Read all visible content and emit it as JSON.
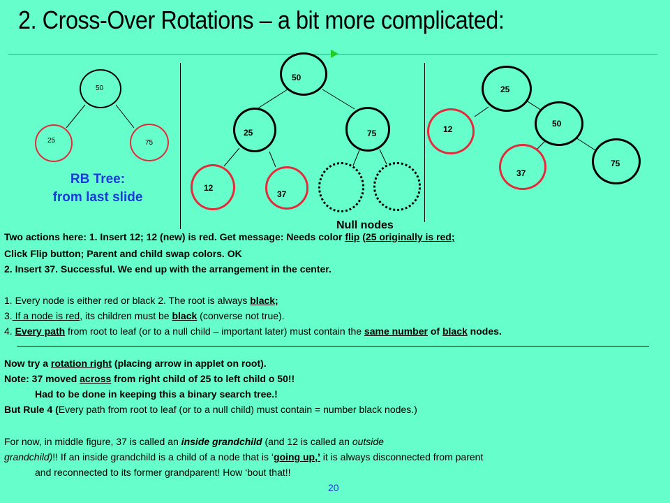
{
  "title": "2.  Cross-Over Rotations – a bit more complicated:",
  "left_tree": {
    "root": "50",
    "left": "25",
    "right": "75",
    "caption_line1": "RB Tree:",
    "caption_line2": "from last slide"
  },
  "middle_tree": {
    "root": "50",
    "left": "25",
    "right": "75",
    "left_left": "12",
    "left_right": "37",
    "null_label": "Null nodes"
  },
  "right_tree": {
    "root": "25",
    "left": "12",
    "right": "50",
    "right_left": "37",
    "right_right": "75"
  },
  "text": {
    "l1a": "Two actions here:  1.  Insert 12; 12 (new) is red. Get message:  Needs color ",
    "l1b": "flip",
    "l1c": " (",
    "l1d": "25 originally is red; ",
    "l2": "Click Flip button;  Parent and child swap colors. OK",
    "l3": "2.      Insert 37.  Successful.  We end up with the arrangement in the center.",
    "r1a": "1.  Every node is either red or black    2.  The root is always ",
    "r1b": "black; ",
    "r3a": "3.",
    "r3b": " If a node is ",
    "r3c": "red",
    "r3d": ", its children must be ",
    "r3e": "black",
    "r3f": "  (converse not true).",
    "r4a": "4.  ",
    "r4b": "Every path",
    "r4c": " from root to leaf (or to a null child – important later) must contain the ",
    "r4d": "same number",
    "r4e": " of ",
    "r4f": "black",
    "r4g": " nodes.",
    "n1a": "Now try a ",
    "n1b": "rotation right",
    "n1c": " (placing arrow in applet on root).",
    "n2a": "Note:  37 moved ",
    "n2b": "across",
    "n2c": " from right child of 25 to left child o 50!!",
    "n3": "Had to be done in keeping this a binary search tree.!",
    "n4a": "But Rule 4 (",
    "n4b": "Every path from root to leaf (or to a null child) must contain = number black nodes.)",
    "f1a": "For now, in middle figure, 37 is called an ",
    "f1b": "inside grandchild",
    "f1c": " (and 12 is called an ",
    "f1d": "outside",
    "f2a": "grandchild)",
    "f2b": "!! If an inside grandchild is a child of a node that is ‘",
    "f2c": "going up,’",
    "f2d": " it is always disconnected from parent",
    "f3": "and reconnected to its former grandparent!  How ‘bout that!!"
  },
  "page_number": "20",
  "colors": {
    "background": "#66ffcc",
    "red_node": "#e52b3b",
    "caption": "#1a3bd8",
    "marker": "#22cc22"
  }
}
